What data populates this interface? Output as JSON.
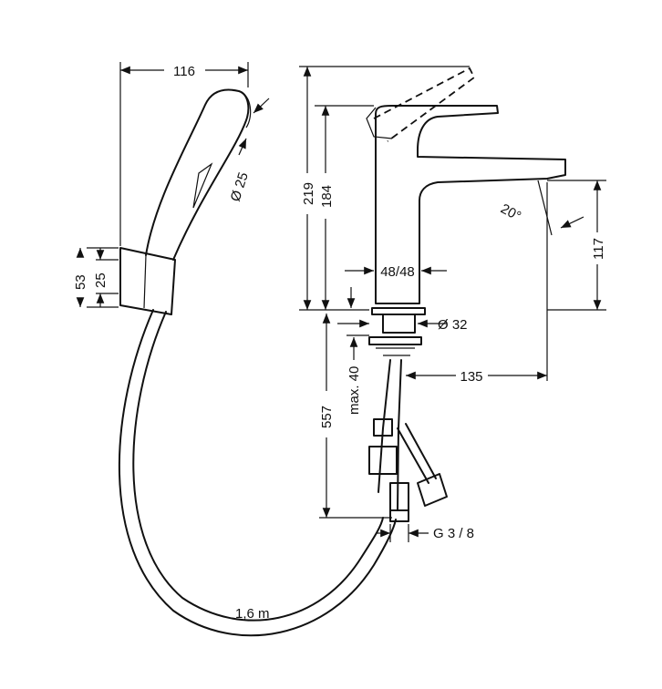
{
  "drawing": {
    "handshower_width": "116",
    "nozzle_diameter": "Ø 25",
    "holder_height": "53",
    "holder_inner": "25",
    "total_height": "219",
    "spout_height_body": "184",
    "spout_angle": "20°",
    "spout_outlet_height": "117",
    "body_diameter": "48/48",
    "thread_diameter": "Ø 32",
    "max_thickness": "max. 40",
    "hose_length_below": "557",
    "projection": "135",
    "connection": "G 3 / 8",
    "hose_length": "1,6 m"
  }
}
